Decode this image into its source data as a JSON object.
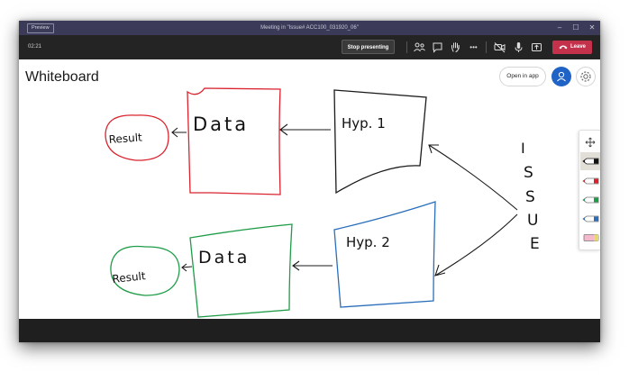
{
  "window": {
    "badge": "Preview",
    "title": "Meeting in \"Issue# ACC100_031920_06\"",
    "controls": {
      "minimize": "–",
      "maximize": "☐",
      "close": "✕"
    }
  },
  "toolbar": {
    "timer": "02:21",
    "stop_presenting_label": "Stop presenting",
    "leave_label": "Leave",
    "icons": [
      "participants-icon",
      "chat-icon",
      "raise-hand-icon",
      "more-actions-icon",
      "camera-off-icon",
      "microphone-icon",
      "share-tray-icon"
    ],
    "more_glyph": "•••"
  },
  "whiteboard": {
    "title": "Whiteboard",
    "open_in_app_label": "Open in app",
    "drawing_labels": {
      "result_top": "Result",
      "data_top": "Data",
      "hyp1": "Hyp. 1",
      "result_bottom": "Result",
      "data_bottom": "Data",
      "hyp2": "Hyp. 2",
      "issue_letters": [
        "I",
        "S",
        "S",
        "U",
        "E"
      ]
    },
    "stroke_colors": {
      "red": "#d9232e",
      "green": "#1f9c48",
      "blue": "#2a6ebb",
      "black": "#1a1a1a"
    },
    "pen_tray": [
      "move-icon",
      "black-pen",
      "red-pen",
      "green-pen",
      "blue-pen",
      "highlighter"
    ]
  },
  "colors": {
    "titlebar": "#3b3a58",
    "toolbar": "#242424",
    "leave": "#c4314b",
    "avatar": "#1f63c7"
  }
}
